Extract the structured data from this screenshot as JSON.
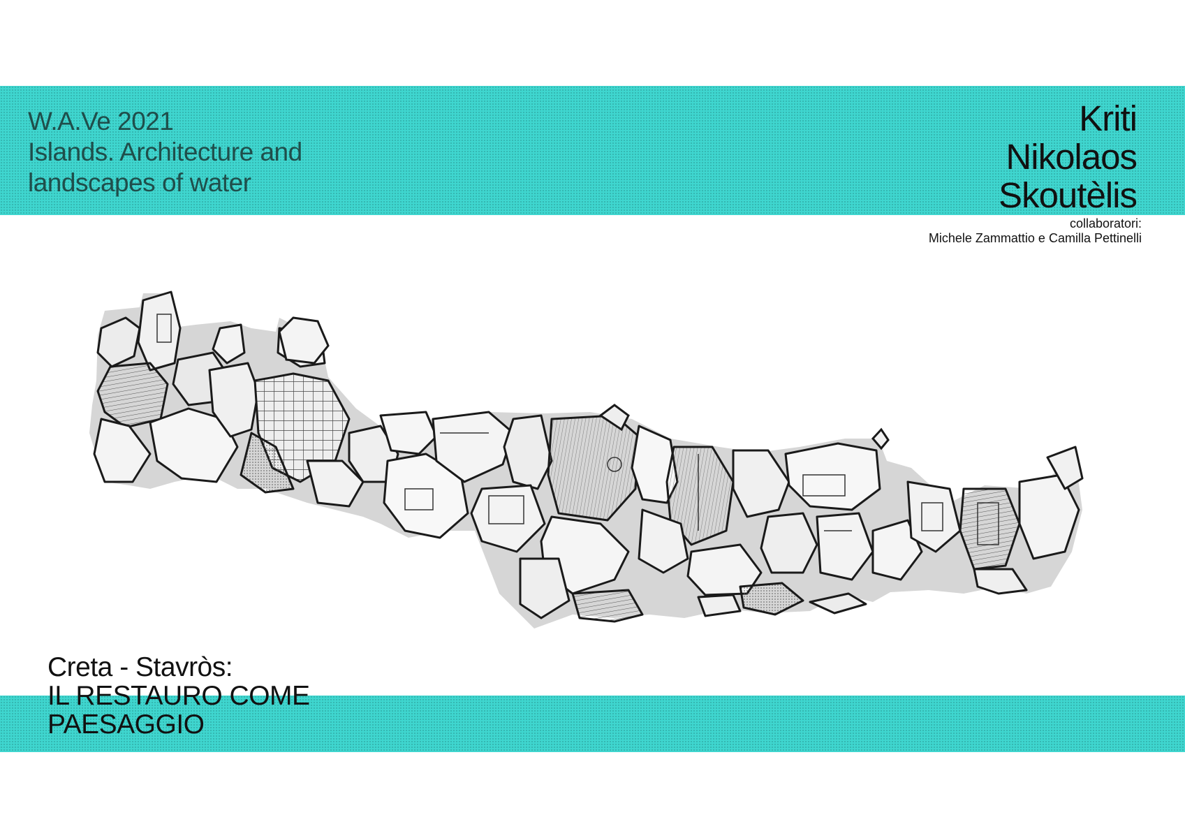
{
  "header": {
    "event_lines": [
      "W.A.Ve 2021",
      "Islands. Architecture and",
      "landscapes of water"
    ],
    "author_lines": [
      "Kriti",
      "Nikolaos",
      "Skoutèlis"
    ],
    "collaborators_label": "collaboratori:",
    "collaborators_names": "Michele Zammattio e Camilla Pettinelli"
  },
  "project": {
    "subtitle": "Creta - Stavròs:",
    "title_lines": [
      "IL RESTAURO COME",
      "PAESAGGIO"
    ]
  },
  "colors": {
    "band": "#3fd6cf",
    "band_text": "#1f4e4b",
    "text": "#111111"
  },
  "artwork": {
    "icon": "crete-map-collage"
  }
}
